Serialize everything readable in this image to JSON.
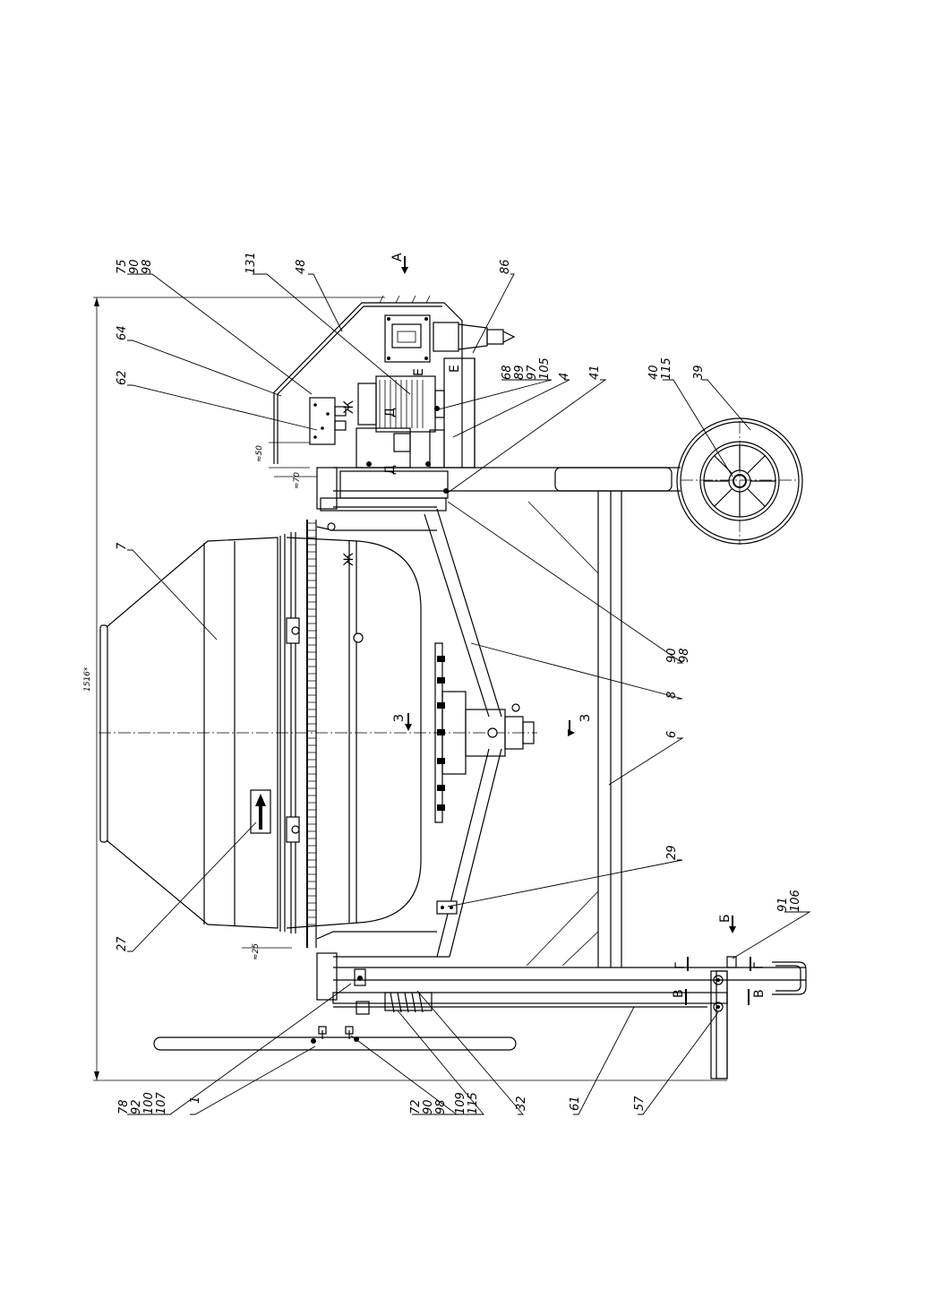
{
  "drawing": {
    "overall_dimension": "1516*",
    "dimensions": [
      "≈50",
      "≈70",
      "≈25"
    ],
    "section_marks": [
      "А",
      "Б",
      "В",
      "В",
      "Г",
      "Г",
      "Д",
      "Д",
      "Е",
      "Е",
      "Ж",
      "Ж",
      "З",
      "З"
    ],
    "callouts": [
      {
        "lines": [
          "75",
          "90",
          "98"
        ]
      },
      {
        "lines": [
          "131"
        ]
      },
      {
        "lines": [
          "48"
        ]
      },
      {
        "lines": [
          "86"
        ]
      },
      {
        "lines": [
          "64"
        ]
      },
      {
        "lines": [
          "62"
        ]
      },
      {
        "lines": [
          "68",
          "89",
          "97",
          "105"
        ]
      },
      {
        "lines": [
          "4"
        ]
      },
      {
        "lines": [
          "41"
        ]
      },
      {
        "lines": [
          "40",
          "115"
        ]
      },
      {
        "lines": [
          "39"
        ]
      },
      {
        "lines": [
          "7"
        ]
      },
      {
        "lines": [
          "90",
          "98"
        ]
      },
      {
        "lines": [
          "8"
        ]
      },
      {
        "lines": [
          "6"
        ]
      },
      {
        "lines": [
          "29"
        ]
      },
      {
        "lines": [
          "27"
        ]
      },
      {
        "lines": [
          "91",
          "106"
        ]
      },
      {
        "lines": [
          "78",
          "92",
          "100",
          "107"
        ]
      },
      {
        "lines": [
          "1"
        ]
      },
      {
        "lines": [
          "72",
          "90",
          "98"
        ]
      },
      {
        "lines": [
          "109",
          "115"
        ]
      },
      {
        "lines": [
          "32"
        ]
      },
      {
        "lines": [
          "61"
        ]
      },
      {
        "lines": [
          "57"
        ]
      }
    ]
  }
}
